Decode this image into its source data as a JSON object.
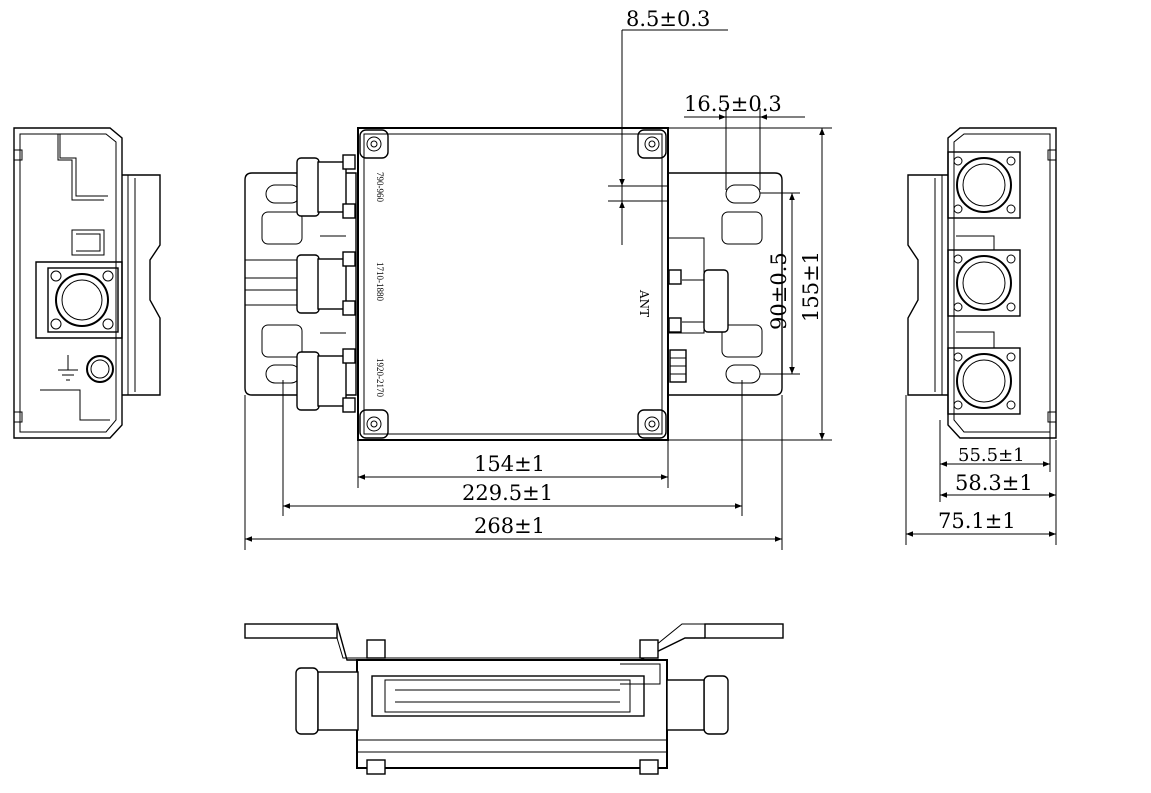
{
  "dimensions": {
    "d_8_5": "8.5±0.3",
    "d_16_5": "16.5±0.3",
    "d_155": "155±1",
    "d_90": "90±0.5",
    "d_154": "154±1",
    "d_229_5": "229.5±1",
    "d_268": "268±1",
    "d_55_5": "55.5±1",
    "d_58_3": "58.3±1",
    "d_75_1": "75.1±1"
  },
  "ports": {
    "port_1": "790-960",
    "port_2": "1710-1880",
    "port_3": "1920-2170",
    "antenna": "ANT"
  },
  "colors": {
    "line": "#000000",
    "background": "#ffffff"
  }
}
